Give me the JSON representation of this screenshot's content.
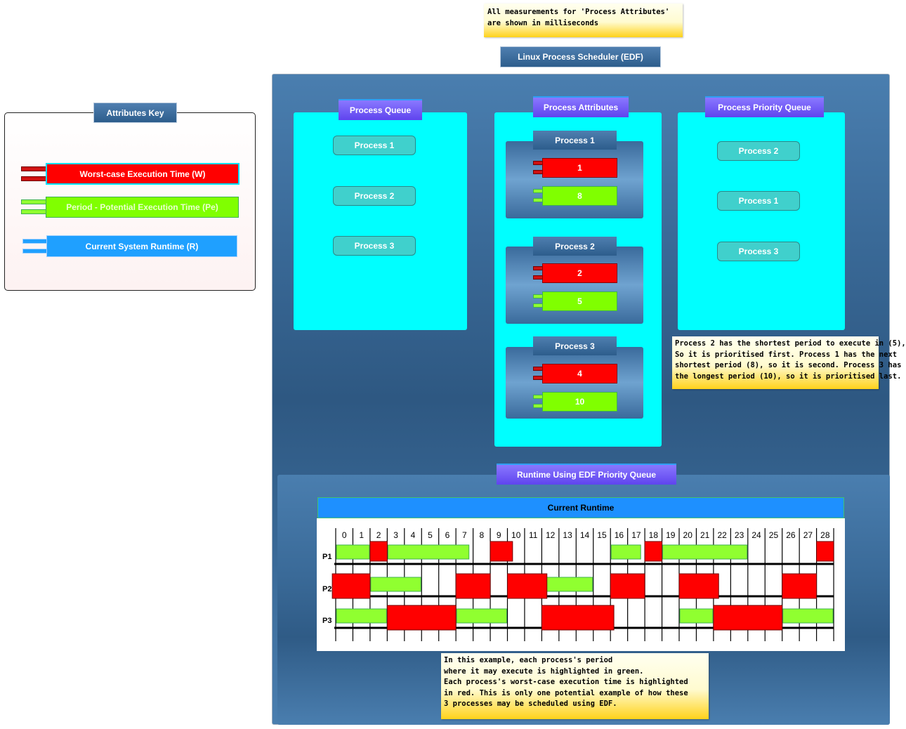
{
  "top_note": [
    "All measurements for 'Process Attributes'",
    "are shown in milliseconds"
  ],
  "main_title": "Linux Process Scheduler (EDF)",
  "key": {
    "title": "Attributes Key",
    "items": [
      {
        "label": "Worst-case Execution Time (W)",
        "color": "#ff0000"
      },
      {
        "label": "Period - Potential Execution Time (Pe)",
        "color": "#80ff00"
      },
      {
        "label": "Current System Runtime (R)",
        "color": "#1fa0ff"
      }
    ]
  },
  "process_queue": {
    "title": "Process Queue",
    "items": [
      "Process 1",
      "Process 2",
      "Process 3"
    ]
  },
  "process_attributes": {
    "title": "Process Attributes",
    "processes": [
      {
        "name": "Process 1",
        "w": "1",
        "p": "8"
      },
      {
        "name": "Process 2",
        "w": "2",
        "p": "5"
      },
      {
        "name": "Process 3",
        "w": "4",
        "p": "10"
      }
    ]
  },
  "priority_queue": {
    "title": "Process Priority Queue",
    "items": [
      "Process 2",
      "Process 1",
      "Process 3"
    ]
  },
  "priority_note": [
    "Process 2 has the shortest period to execute in (5),",
    "So it is prioritised first. Process 1 has the next",
    "shortest period (8), so it is second. Process 3 has",
    "the longest period (10), so it is prioritised last."
  ],
  "runtime": {
    "title": "Runtime Using EDF Priority Queue",
    "header": "Current Runtime",
    "ticks": [
      "0",
      "1",
      "2",
      "3",
      "4",
      "5",
      "6",
      "7",
      "8",
      "9",
      "10",
      "11",
      "12",
      "13",
      "14",
      "15",
      "16",
      "17",
      "18",
      "19",
      "20",
      "21",
      "22",
      "23",
      "24",
      "25",
      "26",
      "27",
      "28"
    ],
    "rows": [
      {
        "label": "P1",
        "green": [
          [
            0,
            2
          ],
          [
            3,
            7.8
          ],
          [
            16,
            17.8
          ],
          [
            19,
            24
          ]
        ],
        "red": [
          [
            2,
            3
          ],
          [
            9,
            10.3
          ],
          [
            18,
            19
          ],
          [
            28,
            29
          ]
        ]
      },
      {
        "label": "P2",
        "green": [
          [
            2,
            5
          ],
          [
            12,
            15
          ]
        ],
        "red": [
          [
            -0.2,
            2
          ],
          [
            7,
            9
          ],
          [
            10,
            12.3
          ],
          [
            16,
            18
          ],
          [
            20,
            22.3
          ],
          [
            26,
            28
          ]
        ]
      },
      {
        "label": "P3",
        "green": [
          [
            0,
            3
          ],
          [
            7,
            10
          ],
          [
            20,
            22
          ],
          [
            26,
            29
          ]
        ],
        "red": [
          [
            3,
            7
          ],
          [
            12,
            16.2
          ],
          [
            22,
            26
          ]
        ]
      }
    ]
  },
  "bottom_note": [
    "In this example, each process's period",
    "where it may execute is highlighted in green.",
    "Each process's worst-case execution time is highlighted",
    "in red. This is only one potential example of how these",
    "3 processes may be scheduled using EDF."
  ]
}
